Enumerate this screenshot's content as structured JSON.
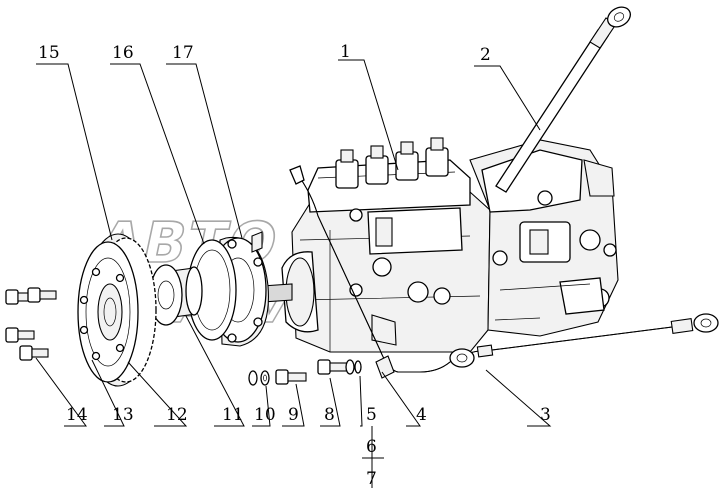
{
  "diagram": {
    "callouts": [
      {
        "id": "1",
        "label": "1"
      },
      {
        "id": "2",
        "label": "2"
      },
      {
        "id": "3",
        "label": "3"
      },
      {
        "id": "4",
        "label": "4"
      },
      {
        "id": "5",
        "label": "5"
      },
      {
        "id": "6",
        "label": "6"
      },
      {
        "id": "7",
        "label": "7"
      },
      {
        "id": "8",
        "label": "8"
      },
      {
        "id": "9",
        "label": "9"
      },
      {
        "id": "10",
        "label": "10"
      },
      {
        "id": "11",
        "label": "11"
      },
      {
        "id": "12",
        "label": "12"
      },
      {
        "id": "13",
        "label": "13"
      },
      {
        "id": "14",
        "label": "14"
      },
      {
        "id": "15",
        "label": "15"
      },
      {
        "id": "16",
        "label": "16"
      },
      {
        "id": "17",
        "label": "17"
      }
    ],
    "watermark": {
      "line1": "ABTO",
      "line2": "AHVIEKC"
    }
  }
}
